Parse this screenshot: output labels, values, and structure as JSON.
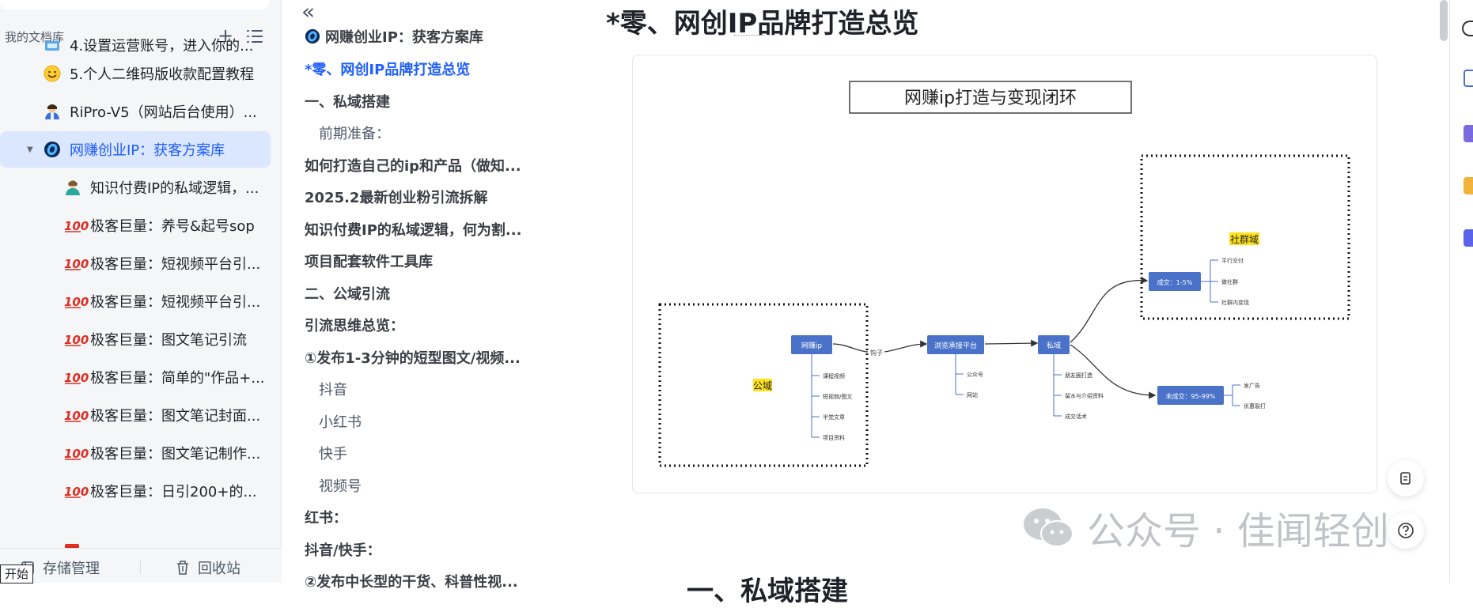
{
  "sidebar": {
    "title": "我的文档库",
    "items": [
      {
        "label": "4.设置运营账号，进入你的...",
        "icon": "image-icon"
      },
      {
        "label": "5.个人二维码版收款配置教程",
        "icon": "smile-icon"
      },
      {
        "label": "RiPro-V5（网站后台使用）...",
        "icon": "person-icon"
      },
      {
        "label": "网赚创业IP：获客方案库",
        "icon": "logo-icon"
      },
      {
        "label": "知识付费IP的私域逻辑，...",
        "icon": "person-icon"
      },
      {
        "label": "极客巨量：养号&起号sop",
        "icon": "hundred-icon"
      },
      {
        "label": "极客巨量：短视频平台引...",
        "icon": "hundred-icon"
      },
      {
        "label": "极客巨量：短视频平台引...",
        "icon": "hundred-icon"
      },
      {
        "label": "极客巨量：图文笔记引流",
        "icon": "hundred-icon"
      },
      {
        "label": "极客巨量：简单的\"作品+...",
        "icon": "hundred-icon"
      },
      {
        "label": "极客巨量：图文笔记封面...",
        "icon": "hundred-icon"
      },
      {
        "label": "极客巨量：图文笔记制作...",
        "icon": "hundred-icon"
      },
      {
        "label": "极客巨量：日引200+的...",
        "icon": "hundred-icon"
      }
    ],
    "storage_label": "存储管理",
    "trash_label": "回收站",
    "start_label": "开始"
  },
  "outline": {
    "items": [
      {
        "label": "网赚创业IP：获客方案库",
        "kind": "doc"
      },
      {
        "label": "*零、网创IP品牌打造总览",
        "kind": "current"
      },
      {
        "label": "一、私域搭建",
        "kind": "bold"
      },
      {
        "label": "前期准备：",
        "kind": "sub"
      },
      {
        "label": "如何打造自己的ip和产品（做知...",
        "kind": "bold"
      },
      {
        "label": "2025.2最新创业粉引流拆解",
        "kind": "bold"
      },
      {
        "label": "知识付费IP的私域逻辑，何为割...",
        "kind": "bold"
      },
      {
        "label": "项目配套软件工具库",
        "kind": "bold"
      },
      {
        "label": "二、公域引流",
        "kind": "bold"
      },
      {
        "label": "引流思维总览：",
        "kind": "bold"
      },
      {
        "label": "①发布1-3分钟的短型图文/视频...",
        "kind": "bold"
      },
      {
        "label": "抖音",
        "kind": "sub"
      },
      {
        "label": "小红书",
        "kind": "sub"
      },
      {
        "label": "快手",
        "kind": "sub"
      },
      {
        "label": "视频号",
        "kind": "sub"
      },
      {
        "label": "红书：",
        "kind": "bold"
      },
      {
        "label": "抖音/快手：",
        "kind": "bold"
      },
      {
        "label": "②发布中长型的干货、科普性视...",
        "kind": "bold"
      }
    ]
  },
  "main": {
    "title": "*零、网创IP品牌打造总览",
    "next_heading": "一、私域搭建"
  },
  "diagram": {
    "title": "网赚ip打造与变现闭环",
    "public_domain_label": "公域",
    "community_label": "社群域",
    "node_ip": "网赚ip",
    "node_hook": "钩子",
    "node_platform": "浏览承接平台",
    "node_private": "私域",
    "node_deal": "成交：1-5%",
    "node_undeal": "未成交：95-99%",
    "ip_children": [
      "课程视频",
      "短视频/图文",
      "半党文章",
      "项目资料"
    ],
    "platform_children": [
      "公众号",
      "网站"
    ],
    "private_children": [
      "朋友圈打造",
      "留水与介绍资料",
      "成交话术"
    ],
    "deal_children": [
      "平行交付",
      "做社群",
      "社群内变现"
    ],
    "undeal_children": [
      "发广告",
      "优惠裂打"
    ],
    "colors": {
      "node_fill": "#4a72c9",
      "highlight": "#ffe21a",
      "line": "#555555"
    }
  },
  "watermark": {
    "text": "公众号 · 佳闻轻创"
  },
  "colors": {
    "accent": "#1f5eff",
    "active_bg": "#dbe6ff",
    "sidebar_bg": "#f5f6f7"
  }
}
